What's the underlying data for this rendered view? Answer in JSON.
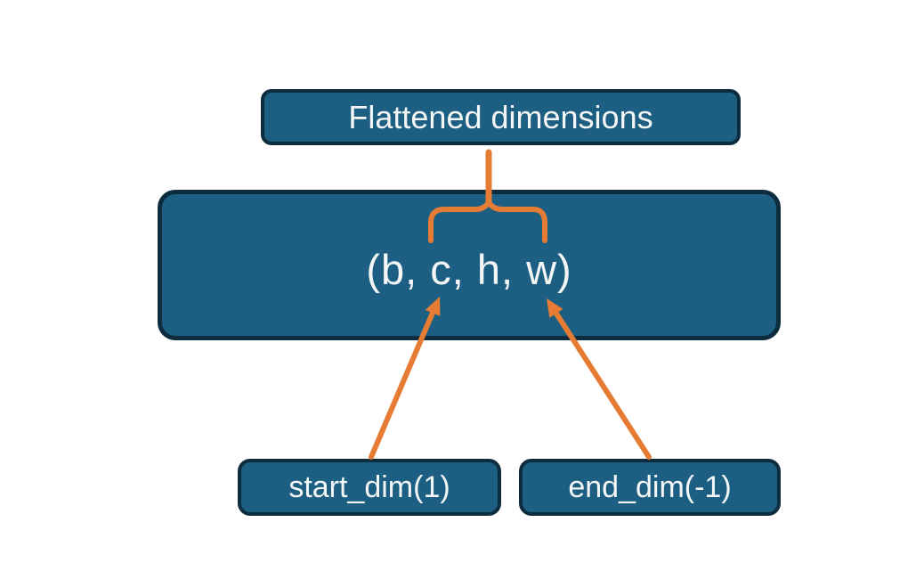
{
  "diagram": {
    "title_box": {
      "label": "Flattened dimensions"
    },
    "tensor_box": {
      "label": "(b, c, h, w)"
    },
    "start_dim_box": {
      "label": "start_dim(1)"
    },
    "end_dim_box": {
      "label": "end_dim(-1)"
    }
  },
  "colors": {
    "box_fill": "#1d5f82",
    "box_border": "#0d2c3d",
    "accent_orange": "#e67c33",
    "text": "#f4f6f6",
    "background": "#ffffff"
  }
}
